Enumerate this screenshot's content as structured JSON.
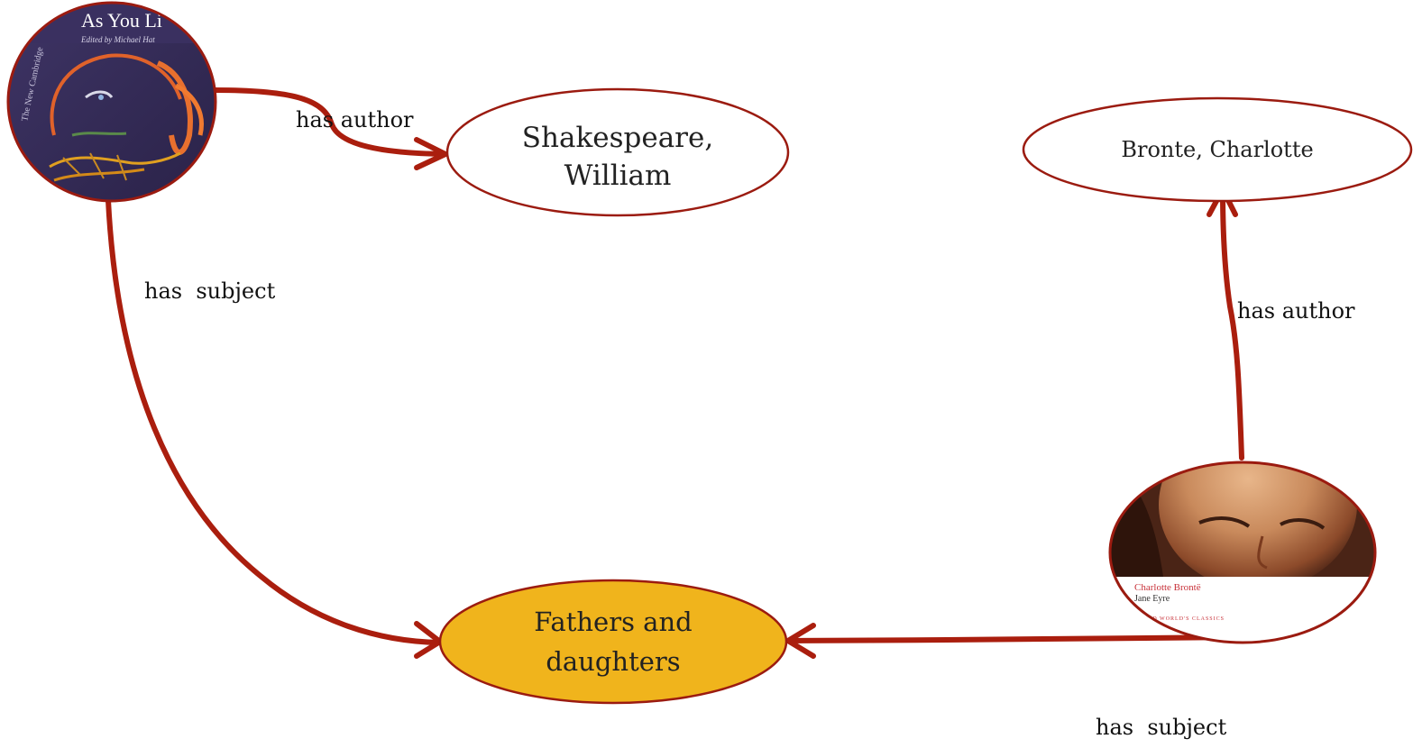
{
  "colors": {
    "edge": "#aa1e0e",
    "node_stroke": "#9b1b10",
    "highlight_fill": "#f0b41c",
    "plain_fill": "#ffffff"
  },
  "nodes": {
    "book1": {
      "cover_title": "As You Li",
      "cover_subtitle": "Edited by Michael Hat",
      "cover_series": "The New Cambridge"
    },
    "author1": {
      "label_line1": "Shakespeare,",
      "label_line2": "William"
    },
    "author2": {
      "label": "Bronte, Charlotte"
    },
    "subject": {
      "label_line1": "Fathers and",
      "label_line2": "daughters"
    },
    "book2": {
      "cover_author": "Charlotte Brontë",
      "cover_title": "Jane Eyre",
      "cover_series": "ORD WORLD'S CLASSICS"
    }
  },
  "edges": {
    "book1_author": {
      "label": "has author"
    },
    "book1_subject": {
      "label": "has  subject"
    },
    "book2_author": {
      "label": "has author"
    },
    "book2_subject": {
      "label": "has  subject"
    }
  }
}
